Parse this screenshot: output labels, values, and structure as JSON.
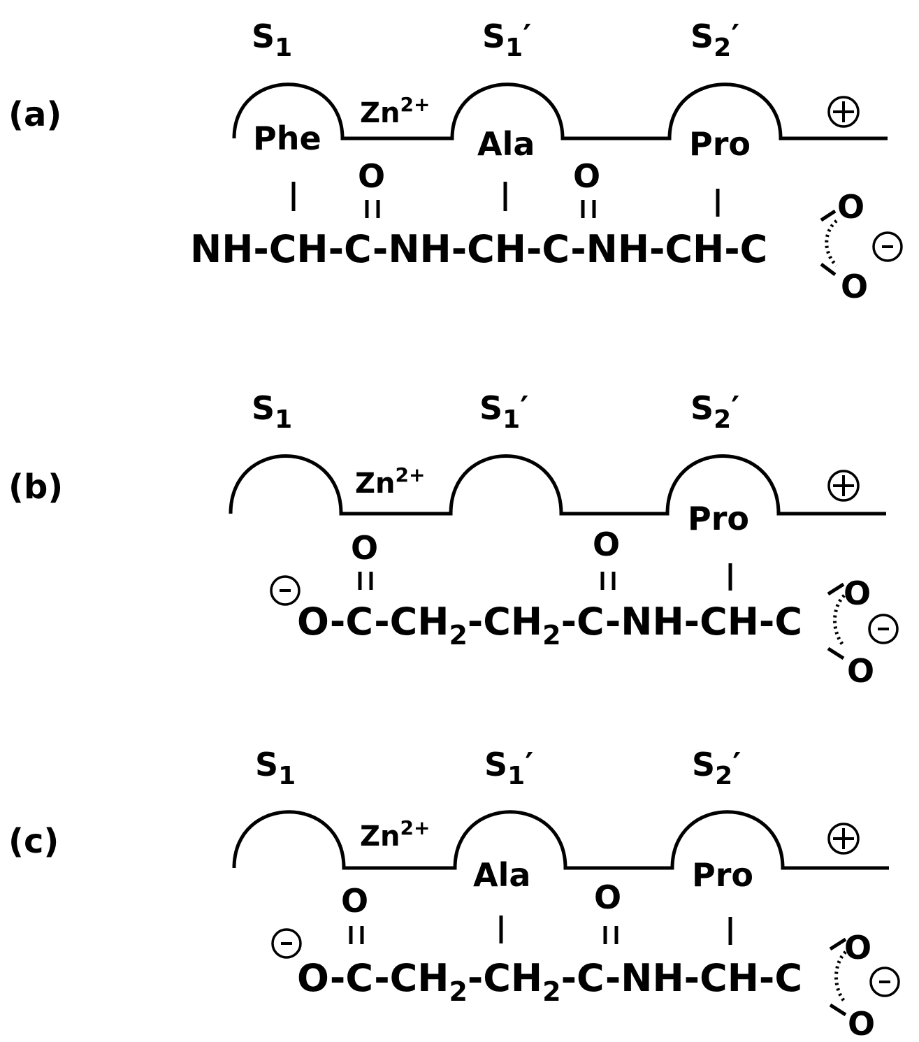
{
  "panels": {
    "a": {
      "label": "(a)",
      "s1": "S",
      "s1_sub": "1",
      "s1p": "S",
      "s1p_sub": "1",
      "s1p_prime": "′",
      "s2p": "S",
      "s2p_sub": "2",
      "s2p_prime": "′",
      "zn": "Zn",
      "zn_sup": "2+",
      "pocket1": "Phe",
      "pocket2": "Ala",
      "pocket3": "Pro",
      "o1": "O",
      "o2": "O",
      "eq1": "=",
      "eq2": "=",
      "chain": "NH-CH-C-NH-CH-C-NH-CH-C",
      "o_top": "O",
      "o_bot": "O",
      "plus": "+",
      "minus": "-"
    },
    "b": {
      "label": "(b)",
      "s1": "S",
      "s1_sub": "1",
      "s1p": "S",
      "s1p_sub": "1",
      "s1p_prime": "′",
      "s2p": "S",
      "s2p_sub": "2",
      "s2p_prime": "′",
      "zn": "Zn",
      "zn_sup": "2+",
      "pocket3": "Pro",
      "o1": "O",
      "o2": "O",
      "eq1": "=",
      "eq2": "=",
      "left_minus": "-",
      "chain_a": "O-C-CH",
      "sub_a": "2",
      "chain_b": "-CH",
      "sub_b": "2",
      "chain_c": "-C-NH-CH-C",
      "o_top": "O",
      "o_bot": "O",
      "plus": "+",
      "minus": "-"
    },
    "c": {
      "label": "(c)",
      "s1": "S",
      "s1_sub": "1",
      "s1p": "S",
      "s1p_sub": "1",
      "s1p_prime": "′",
      "s2p": "S",
      "s2p_sub": "2",
      "s2p_prime": "′",
      "zn": "Zn",
      "zn_sup": "2+",
      "pocket2": "Ala",
      "pocket3": "Pro",
      "o1": "O",
      "o2": "O",
      "eq1": "=",
      "eq2": "=",
      "left_minus": "-",
      "chain_a": "O-C-CH",
      "sub_a": "2",
      "chain_b": "-CH",
      "sub_b": "2",
      "chain_c": "-C-NH-CH-C",
      "o_top": "O",
      "o_bot": "O",
      "plus": "+",
      "minus": "-"
    }
  }
}
